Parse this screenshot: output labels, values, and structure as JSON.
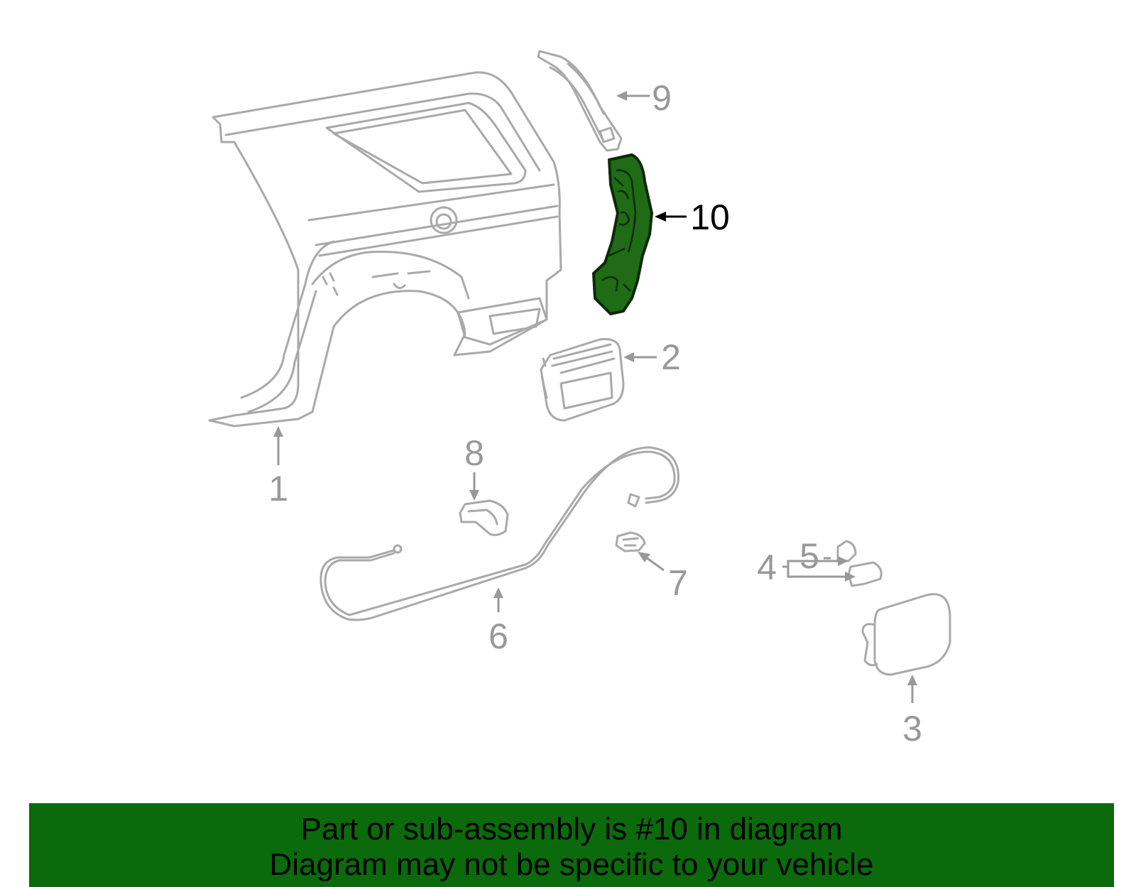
{
  "diagram": {
    "callouts": [
      "1",
      "2",
      "3",
      "4",
      "5",
      "6",
      "7",
      "8",
      "9",
      "10"
    ],
    "highlighted_part": "10",
    "colors": {
      "highlight_fill": "#1f6b16",
      "line_gray": "#a9a9a9",
      "callout_gray": "#999999",
      "banner_green": "#0b6a0b"
    }
  },
  "footer": {
    "line1": "Part or sub-assembly is #10 in diagram",
    "line2": "Diagram may not be specific to your vehicle"
  }
}
